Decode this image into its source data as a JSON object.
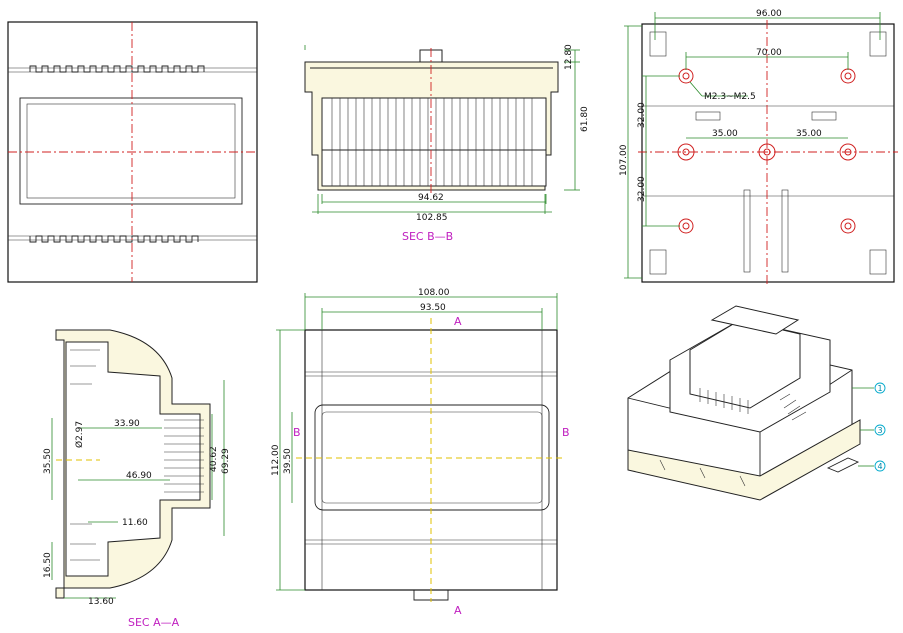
{
  "views": {
    "top_view": {},
    "section_bb": {
      "title": "SEC B—B",
      "dims": {
        "width_inner": "94.62",
        "width_outer": "102.85",
        "height_top": "12.80",
        "height_total": "61.80"
      }
    },
    "bottom_view": {
      "dims": {
        "width": "96.00",
        "hole_pitch_x": "70.00",
        "half_left": "35.00",
        "half_right": "35.00",
        "height": "107.00",
        "upper_half": "32.00",
        "lower_half": "32.00",
        "screw": "M2.3~M2.5"
      }
    },
    "section_aa": {
      "title": "SEC A—A",
      "dims": {
        "d1": "33.90",
        "d2": "46.90",
        "d3": "11.60",
        "d4": "13.60",
        "v1": "35.50",
        "v2": "16.50",
        "v3": "40.62",
        "v4": "69.29",
        "dia": "Ø2.97"
      }
    },
    "front_view": {
      "dims": {
        "width": "108.00",
        "inner_width": "93.50",
        "height": "112.00",
        "window_height": "39.50"
      },
      "marks": {
        "a_top": "A",
        "a_bottom": "A",
        "b_left": "B",
        "b_right": "B"
      }
    },
    "iso_view": {
      "callouts": [
        "1",
        "3",
        "4"
      ]
    }
  },
  "colors": {
    "centerline": "#d02020",
    "dimension": "#2a8a2a",
    "section_label": "#c020c0",
    "callout": "#00aacc",
    "part_fill": "#faf7df"
  }
}
